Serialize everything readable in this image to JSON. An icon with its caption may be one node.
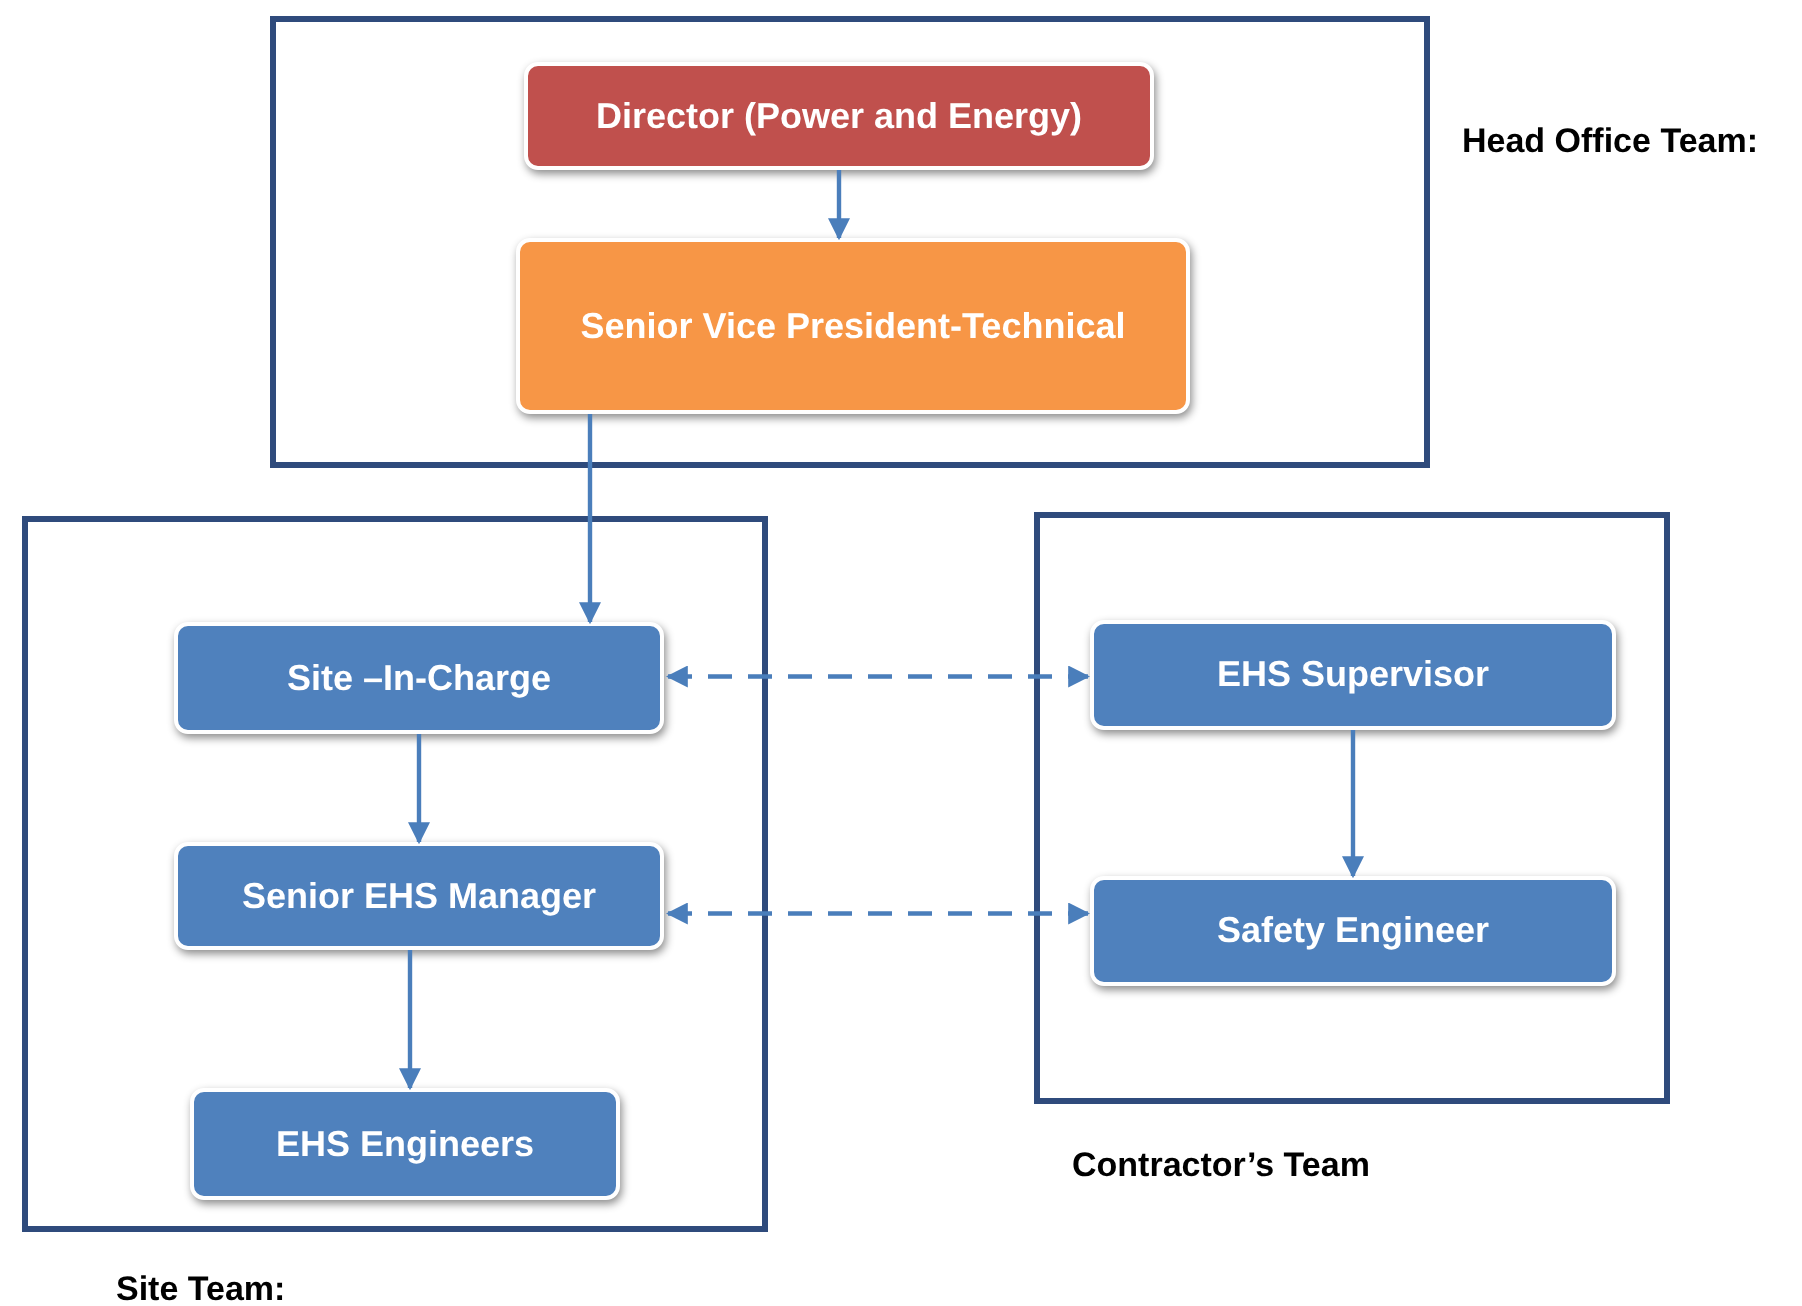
{
  "diagram": {
    "nodes": [
      {
        "text": [
          "Head Office Team:"
        ]
      },
      {
        "text": [
          "Director (Power and Energy)"
        ],
        "in": 0
      },
      {
        "text": [
          "Senior Vice President-Technical"
        ],
        "in": 0
      },
      {
        "text": [
          "Site Team:"
        ]
      },
      {
        "text": [
          "Site –In-Charge"
        ],
        "in": 3
      },
      {
        "text": [
          "Senior EHS Manager"
        ],
        "in": 3
      },
      {
        "text": [
          "EHS Engineers"
        ],
        "in": 3
      },
      {
        "text": [
          "Contractor’s Team"
        ]
      },
      {
        "text": [
          "EHS Supervisor"
        ],
        "in": 7
      },
      {
        "text": [
          "Safety Engineer"
        ],
        "in": 7
      }
    ],
    "edges": [
      {
        "from": 1,
        "to": 2,
        "arrow": "to"
      },
      {
        "from": 2,
        "to": 4,
        "arrow": "to"
      },
      {
        "from": 4,
        "to": 5,
        "arrow": "to"
      },
      {
        "from": 5,
        "to": 6,
        "arrow": "to"
      },
      {
        "from": 4,
        "to": 8,
        "arrow": "both",
        "style": "dashed"
      },
      {
        "from": 5,
        "to": 9,
        "arrow": "both",
        "style": "dashed"
      },
      {
        "from": 8,
        "to": 9,
        "arrow": "to"
      }
    ]
  }
}
